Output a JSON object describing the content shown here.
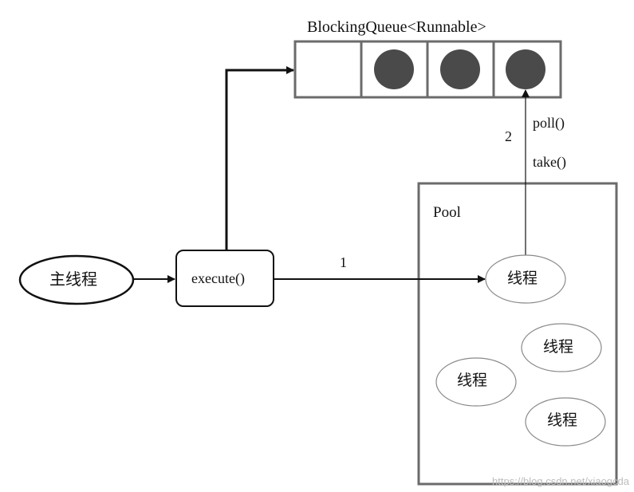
{
  "queue": {
    "title": "BlockingQueue<Runnable>",
    "slots": [
      false,
      true,
      true,
      true
    ]
  },
  "main_thread": {
    "label": "主线程"
  },
  "execute": {
    "label": "execute()"
  },
  "pool": {
    "label": "Pool",
    "threads": [
      "线程",
      "线程",
      "线程",
      "线程"
    ]
  },
  "steps": {
    "one": "1",
    "two": "2"
  },
  "methods": {
    "poll": "poll()",
    "take": "take()"
  },
  "watermark": "https://blog.csdn.net/xiaogcda",
  "colors": {
    "stroke": "#111111",
    "pool_border": "#6b6b6b",
    "task_fill": "#4a4a4a",
    "thread_stroke": "#8a8a8a"
  }
}
